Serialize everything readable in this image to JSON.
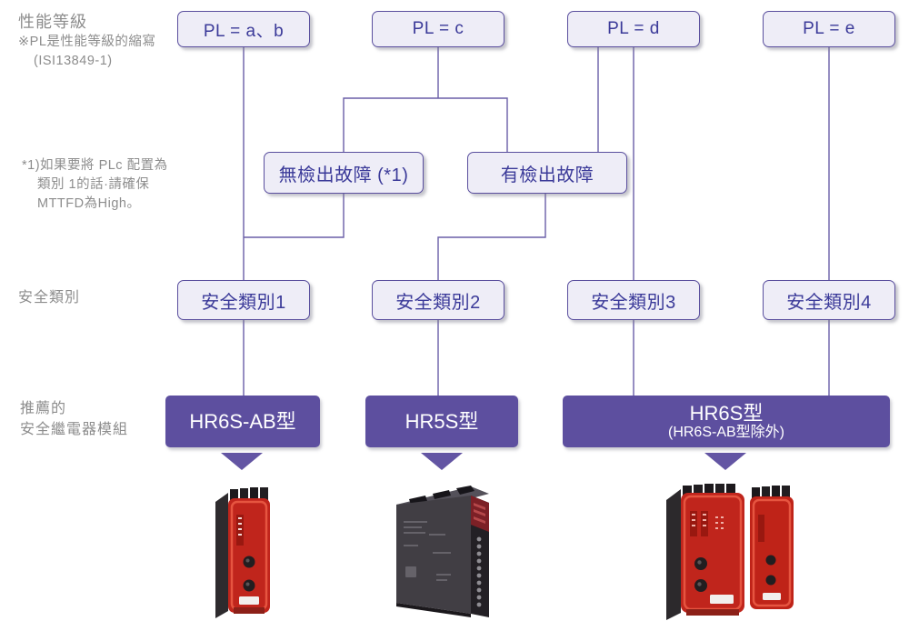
{
  "header": {
    "title": "性能等級",
    "note_line1": "※PL是性能等級的縮寫",
    "note_line2": "(ISI13849-1)"
  },
  "footnote": {
    "line1": "*1)如果要將 PLc 配置為",
    "line2": "類別 1的話·請確保",
    "line3": "MTTFD為High。"
  },
  "row_labels": {
    "safety_category": "安全類別",
    "recommended_line1": "推薦的",
    "recommended_line2": "安全繼電器模組"
  },
  "pl_nodes": [
    {
      "label": "PL = a、b"
    },
    {
      "label": "PL = c"
    },
    {
      "label": "PL = d"
    },
    {
      "label": "PL = e"
    }
  ],
  "fault_nodes": [
    {
      "label": "無檢出故障 (*1)"
    },
    {
      "label": "有檢出故障"
    }
  ],
  "category_nodes": [
    {
      "label": "安全類別1"
    },
    {
      "label": "安全類別2"
    },
    {
      "label": "安全類別3"
    },
    {
      "label": "安全類別4"
    }
  ],
  "product_nodes": [
    {
      "title": "HR6S-AB型"
    },
    {
      "title": "HR5S型"
    },
    {
      "title": "HR6S型",
      "subtitle": "(HR6S-AB型除外)"
    }
  ],
  "product_images": [
    {
      "name": "HR6S-AB relay module photo"
    },
    {
      "name": "HR5S relay module photo"
    },
    {
      "name": "HR6S relay modules photo"
    }
  ],
  "colors": {
    "node_fill": "#eeedf7",
    "node_border": "#5a4f9e",
    "node_text": "#3b3a99",
    "connector_line": "#6a5ea7",
    "product_box": "#5d4f9f",
    "arrow": "#6355a3",
    "label_gray": "#8d8d8d",
    "module_red": "#c0251c",
    "module_dark": "#2e2b2e"
  }
}
